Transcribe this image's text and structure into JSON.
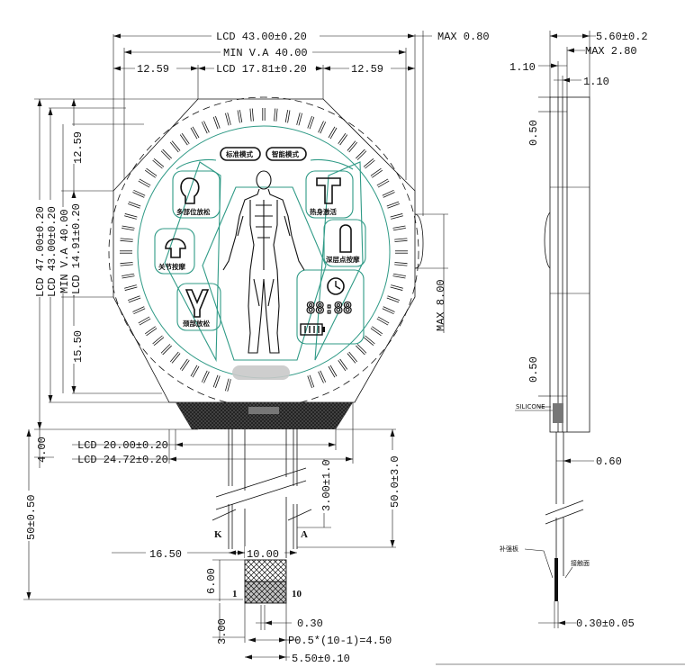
{
  "dims": {
    "lcd_width": "LCD 43.00±0.20",
    "min_va_width": "MIN V.A 40.00",
    "left_seg": "12.59",
    "mid_seg": "LCD 17.81±0.20",
    "right_seg": "12.59",
    "max_080": "MAX 0.80",
    "lcd_height": "LCD 47.00±0.20",
    "lcd_height2": "LCD 43.00±0.20",
    "min_va_height": "MIN V.A 40.00",
    "lcd_1491": "LCD 14.91±0.20",
    "v_1259": "12.59",
    "v_1550": "15.50",
    "v_400": "4.00",
    "v_5050": "50±0.50",
    "lcd_2000": "LCD 20.00±0.20",
    "lcd_2472": "LCD 24.72±0.20",
    "v_300_10": "3.00±1.0",
    "v_500_30": "50.0±3.0",
    "h_1650": "16.50",
    "h_1000": "10.00",
    "v_600": "6.00",
    "v_300": "3.00",
    "h_030": "0.30",
    "pitch": "P0.5*(10-1)=4.50",
    "h_550": "5.50±0.10",
    "max_800": "MAX 8.00",
    "side_560": "5.60±0.2",
    "side_max280": "MAX 2.80",
    "side_110a": "1.10",
    "side_110b": "1.10",
    "side_050a": "0.50",
    "side_050b": "0.50",
    "side_060": "0.60",
    "side_030": "0.30±0.05"
  },
  "labels": {
    "K": "K",
    "A": "A",
    "pin1": "1",
    "pin10": "10",
    "silicone": "SILICONE",
    "stiffener": "补强板",
    "contact": "接触面"
  },
  "display": {
    "mode1": "标准模式",
    "mode2": "智能模式",
    "icon_multi": "多部位放松",
    "icon_joint": "关节按摩",
    "icon_neck": "颈部放松",
    "icon_heat": "热身激活",
    "icon_deep": "深层点按摩",
    "clock_digits": "88:88"
  }
}
